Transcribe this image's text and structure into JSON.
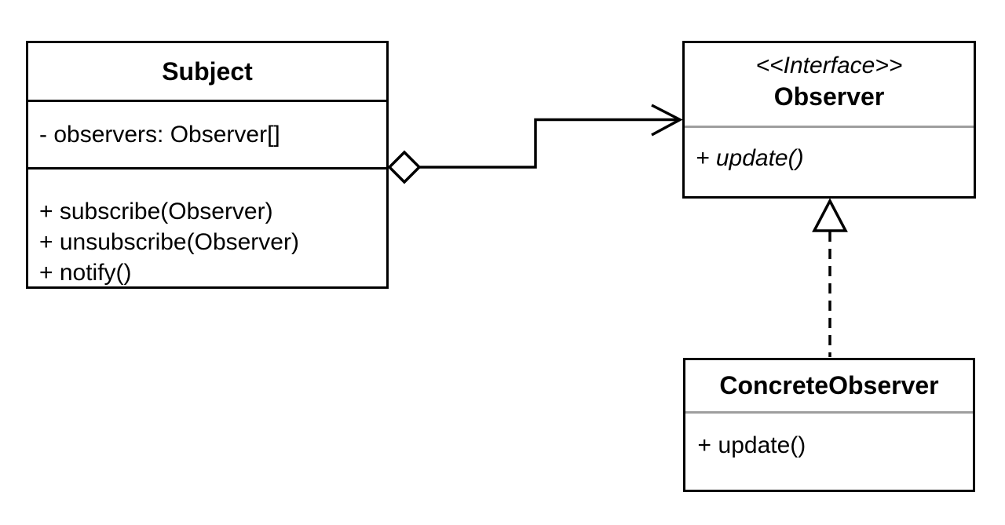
{
  "colors": {
    "background": "#ffffff",
    "line": "#000000",
    "separator": "#9e9e9e"
  },
  "subject_class": {
    "name": "Subject",
    "attributes": [
      "- observers: Observer[]"
    ],
    "methods": [
      "+ subscribe(Observer)",
      "+ unsubscribe(Observer)",
      "+ notify()"
    ]
  },
  "observer_interface": {
    "stereotype": "<<Interface>>",
    "name": "Observer",
    "methods": [
      "+ update()"
    ]
  },
  "concrete_observer_class": {
    "name": "ConcreteObserver",
    "method_visibility": "+",
    "method_name": "update()"
  }
}
